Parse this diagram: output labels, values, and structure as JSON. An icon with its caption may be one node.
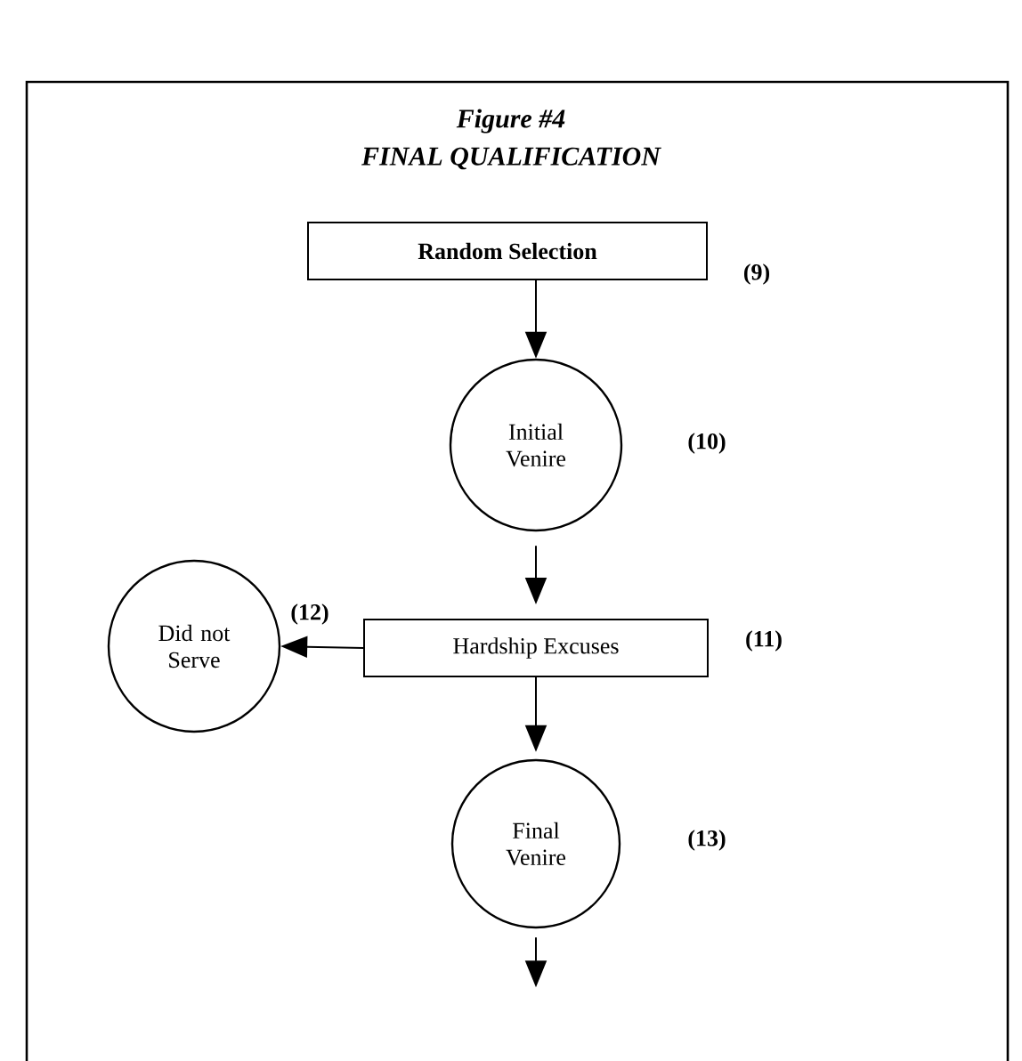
{
  "diagram": {
    "title": "Figure #4",
    "nodes": [
      {
        "text": [
          "Random Selection"
        ],
        "beside": [
          "(9)"
        ]
      },
      {
        "text": [
          "Initial Venire"
        ],
        "beside": [
          "(10)"
        ]
      },
      {
        "text": [
          "Hardship Excuses"
        ],
        "beside": [
          "(11)"
        ]
      },
      {
        "text": [
          "Did not Serve"
        ],
        "beside": [
          "(12)"
        ]
      },
      {
        "text": [
          "Final Venire"
        ],
        "beside": [
          "(13)"
        ]
      }
    ],
    "edges": [
      {
        "from": 0,
        "to": 1,
        "arrow": "to"
      },
      {
        "from": 1,
        "to": 2,
        "arrow": "to"
      },
      {
        "from": 2,
        "to": 3,
        "arrow": "to"
      },
      {
        "from": 2,
        "to": 4,
        "arrow": "to"
      },
      {
        "from": 4,
        "to": null,
        "arrow": "to"
      }
    ],
    "labels": [
      "FINAL QUALIFICATION"
    ]
  }
}
